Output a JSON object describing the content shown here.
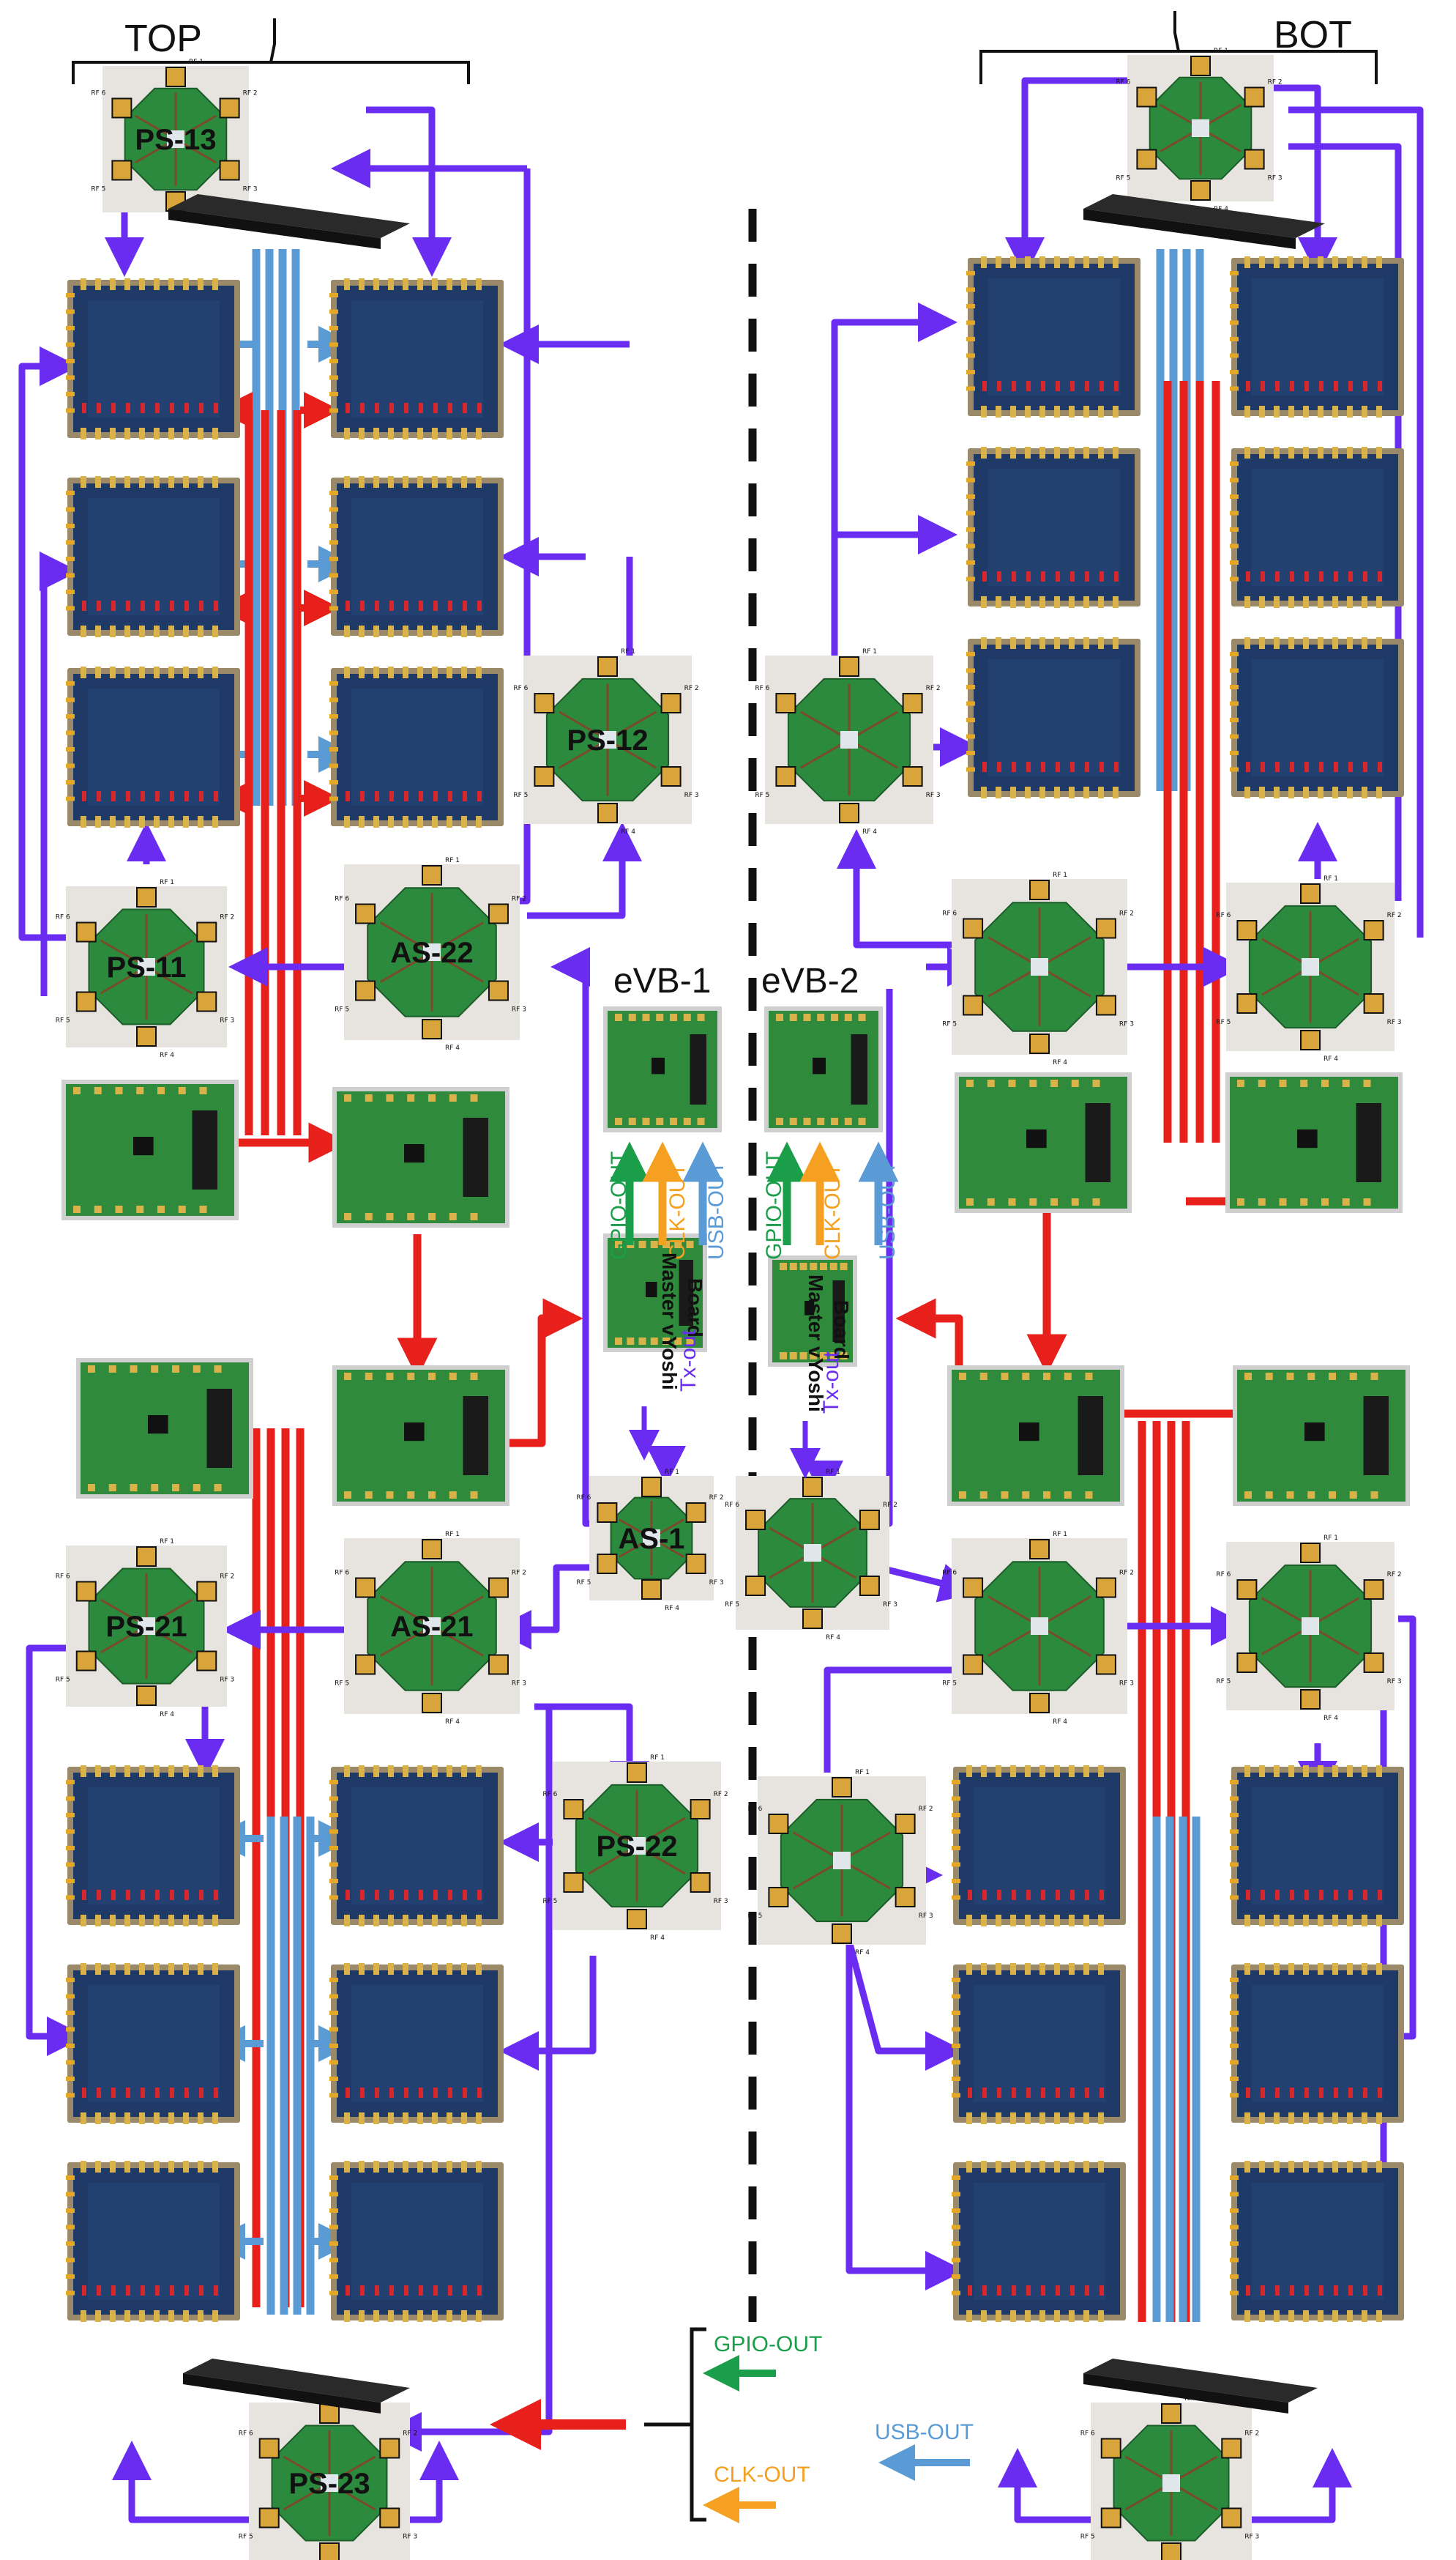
{
  "headers": {
    "top": "TOP",
    "bot": "BOT"
  },
  "evb": {
    "left": "eVB-1",
    "right": "eVB-2"
  },
  "master_board": {
    "line1": "Master vYoshi",
    "line2": "Board"
  },
  "signal_labels": {
    "gpio": "GPIO-OUT",
    "clk": "CLK-OUT",
    "usb": "USB-OUT",
    "tx": "Tx-out"
  },
  "switches": {
    "ps13": "PS-13",
    "ps12": "PS-12",
    "ps11": "PS-11",
    "as22": "AS-22",
    "ps21": "PS-21",
    "as21": "AS-21",
    "ps22": "PS-22",
    "as1": "AS-1",
    "ps23": "PS-23"
  },
  "rf_ports": [
    "RF 1",
    "RF 2",
    "RF 3",
    "RF 4",
    "RF 5",
    "RF 6"
  ],
  "legend": {
    "gpio": "GPIO-OUT",
    "clk": "CLK-OUT",
    "usb": "USB-OUT"
  },
  "colors": {
    "gpio": "#1a9e4a",
    "clk": "#f5a020",
    "usb": "#5b9bd5",
    "red": "#e8201c",
    "purple": "#6a2cf0",
    "pcb_blue": "#1f3a66",
    "pcb_green": "#2f8a3c"
  }
}
